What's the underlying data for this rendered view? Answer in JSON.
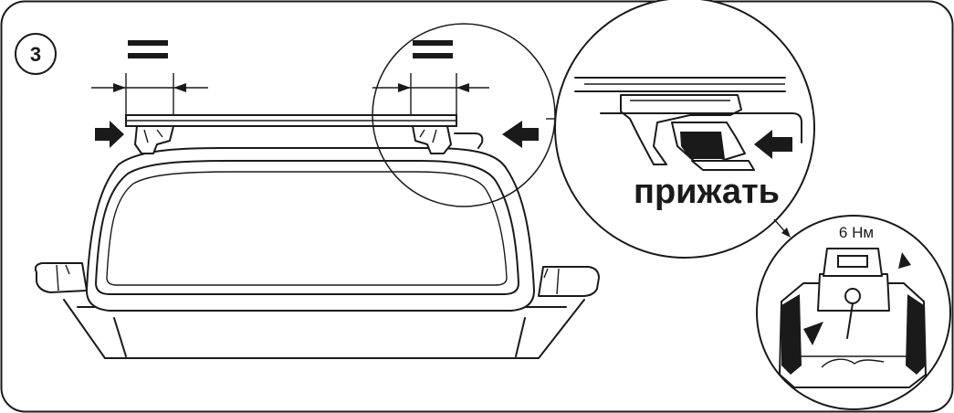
{
  "step": {
    "number": "3"
  },
  "labels": {
    "press": "прижать",
    "torque": "6 Нм"
  },
  "icons": {
    "equal_left": "equal-sign-icon",
    "equal_right": "equal-sign-icon",
    "arrow_press": "arrow-left-icon",
    "arrow_push": "arrow-right-icon"
  },
  "colors": {
    "line": "#1a1a1a",
    "background": "#ffffff",
    "fill": "#d8d8d8"
  }
}
